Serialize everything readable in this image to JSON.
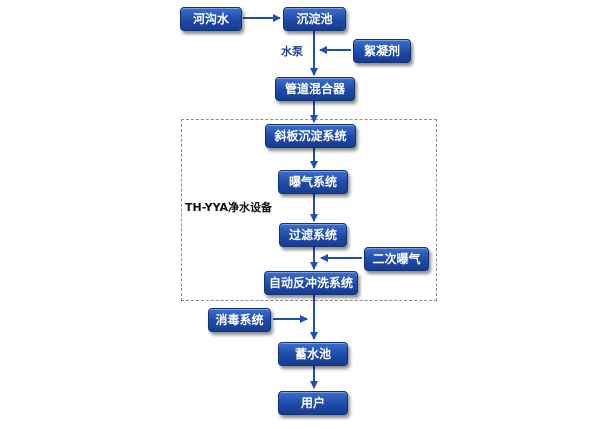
{
  "nodes": {
    "river": "河沟水",
    "sedimentation_tank": "沉淀池",
    "flocculant": "絮凝剂",
    "pipe_mixer": "管道混合器",
    "inclined_plate": "斜板沉淀系统",
    "aeration": "曝气系统",
    "filtration": "过滤系统",
    "secondary_aeration": "二次曝气",
    "backwash": "自动反冲洗系统",
    "disinfection": "消毒系统",
    "storage_tank": "蓄水池",
    "user": "用户"
  },
  "labels": {
    "pump": "水泵",
    "equipment": "TH-YYA净水设备"
  },
  "colors": {
    "box_fill": "#1d4aa8",
    "arrow": "#1f4fb0",
    "dashed_border": "#8c8c8c"
  }
}
